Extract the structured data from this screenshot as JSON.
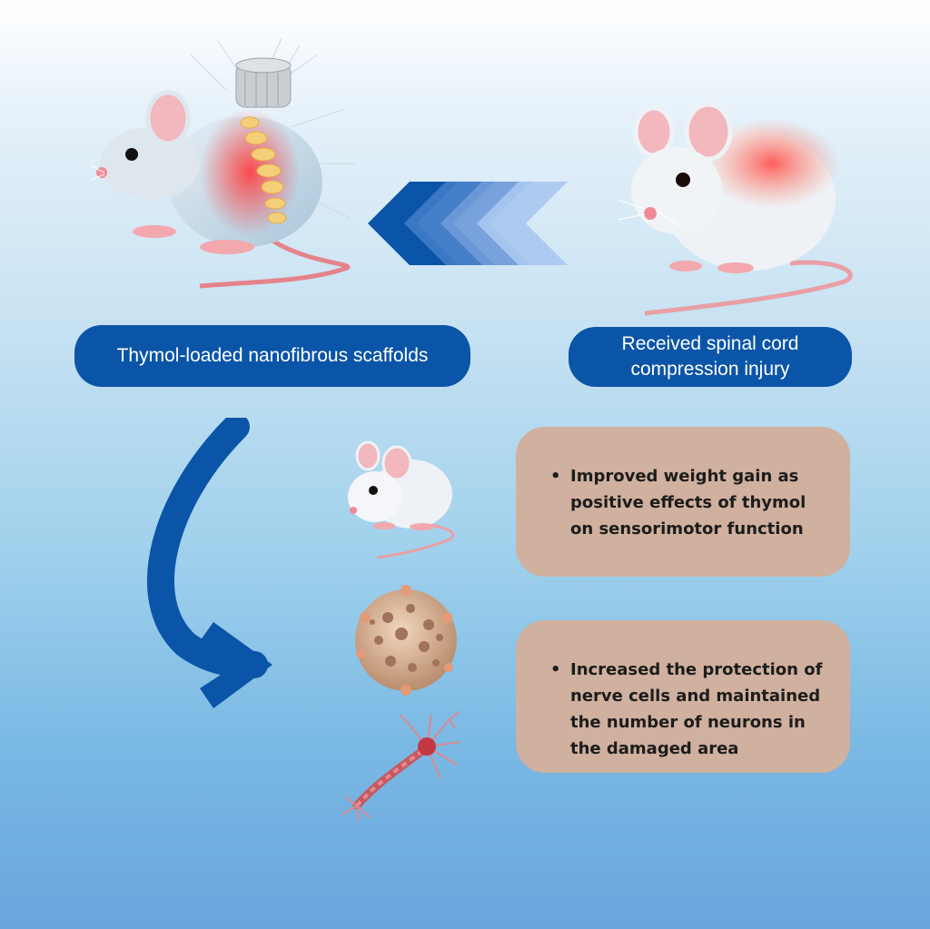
{
  "labels": {
    "left_pill": "Thymol-loaded nanofibrous scaffolds",
    "right_pill": "Received spinal cord compression injury"
  },
  "effects": [
    {
      "bullet": "•",
      "text": "Improved weight gain as positive effects of thymol on sensorimotor function"
    },
    {
      "bullet": "•",
      "text": "Increased the protection of nerve cells and maintained the number of neurons in the damaged area"
    }
  ],
  "icons": {
    "treated_mouse": "treated-mouse-with-scaffold-icon",
    "injured_mouse": "injured-mouse-icon",
    "chevrons": "chevron-arrows-left-icon",
    "curved_arrow": "curved-arrow-icon",
    "small_mouse": "mouse-icon",
    "cell": "nerve-cell-icon",
    "neuron": "neuron-icon"
  },
  "colors": {
    "pill": "#0b55a8",
    "note_box": "#d0b09e",
    "arrow": "#0b55a8"
  }
}
